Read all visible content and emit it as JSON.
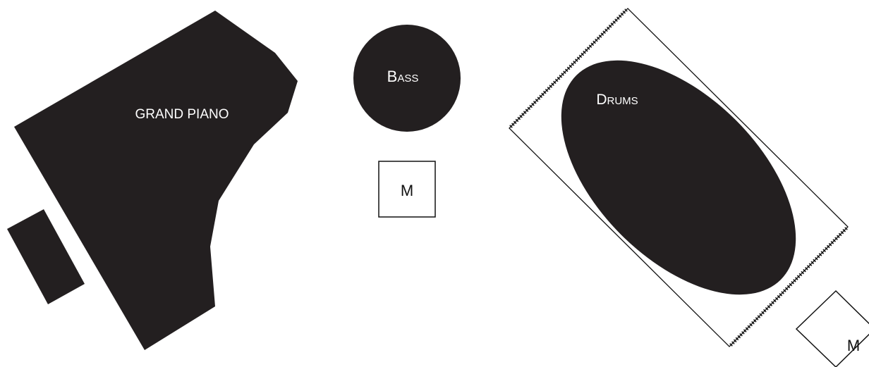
{
  "labels": {
    "grand_piano": "GRAND PIANO",
    "bass": "Bass",
    "drums": "Drums",
    "monitor_center": "M",
    "monitor_right": "M"
  },
  "colors": {
    "fill": "#231f20",
    "background": "#ffffff",
    "outline": "#111111",
    "label_on_fill": "#ffffff"
  }
}
